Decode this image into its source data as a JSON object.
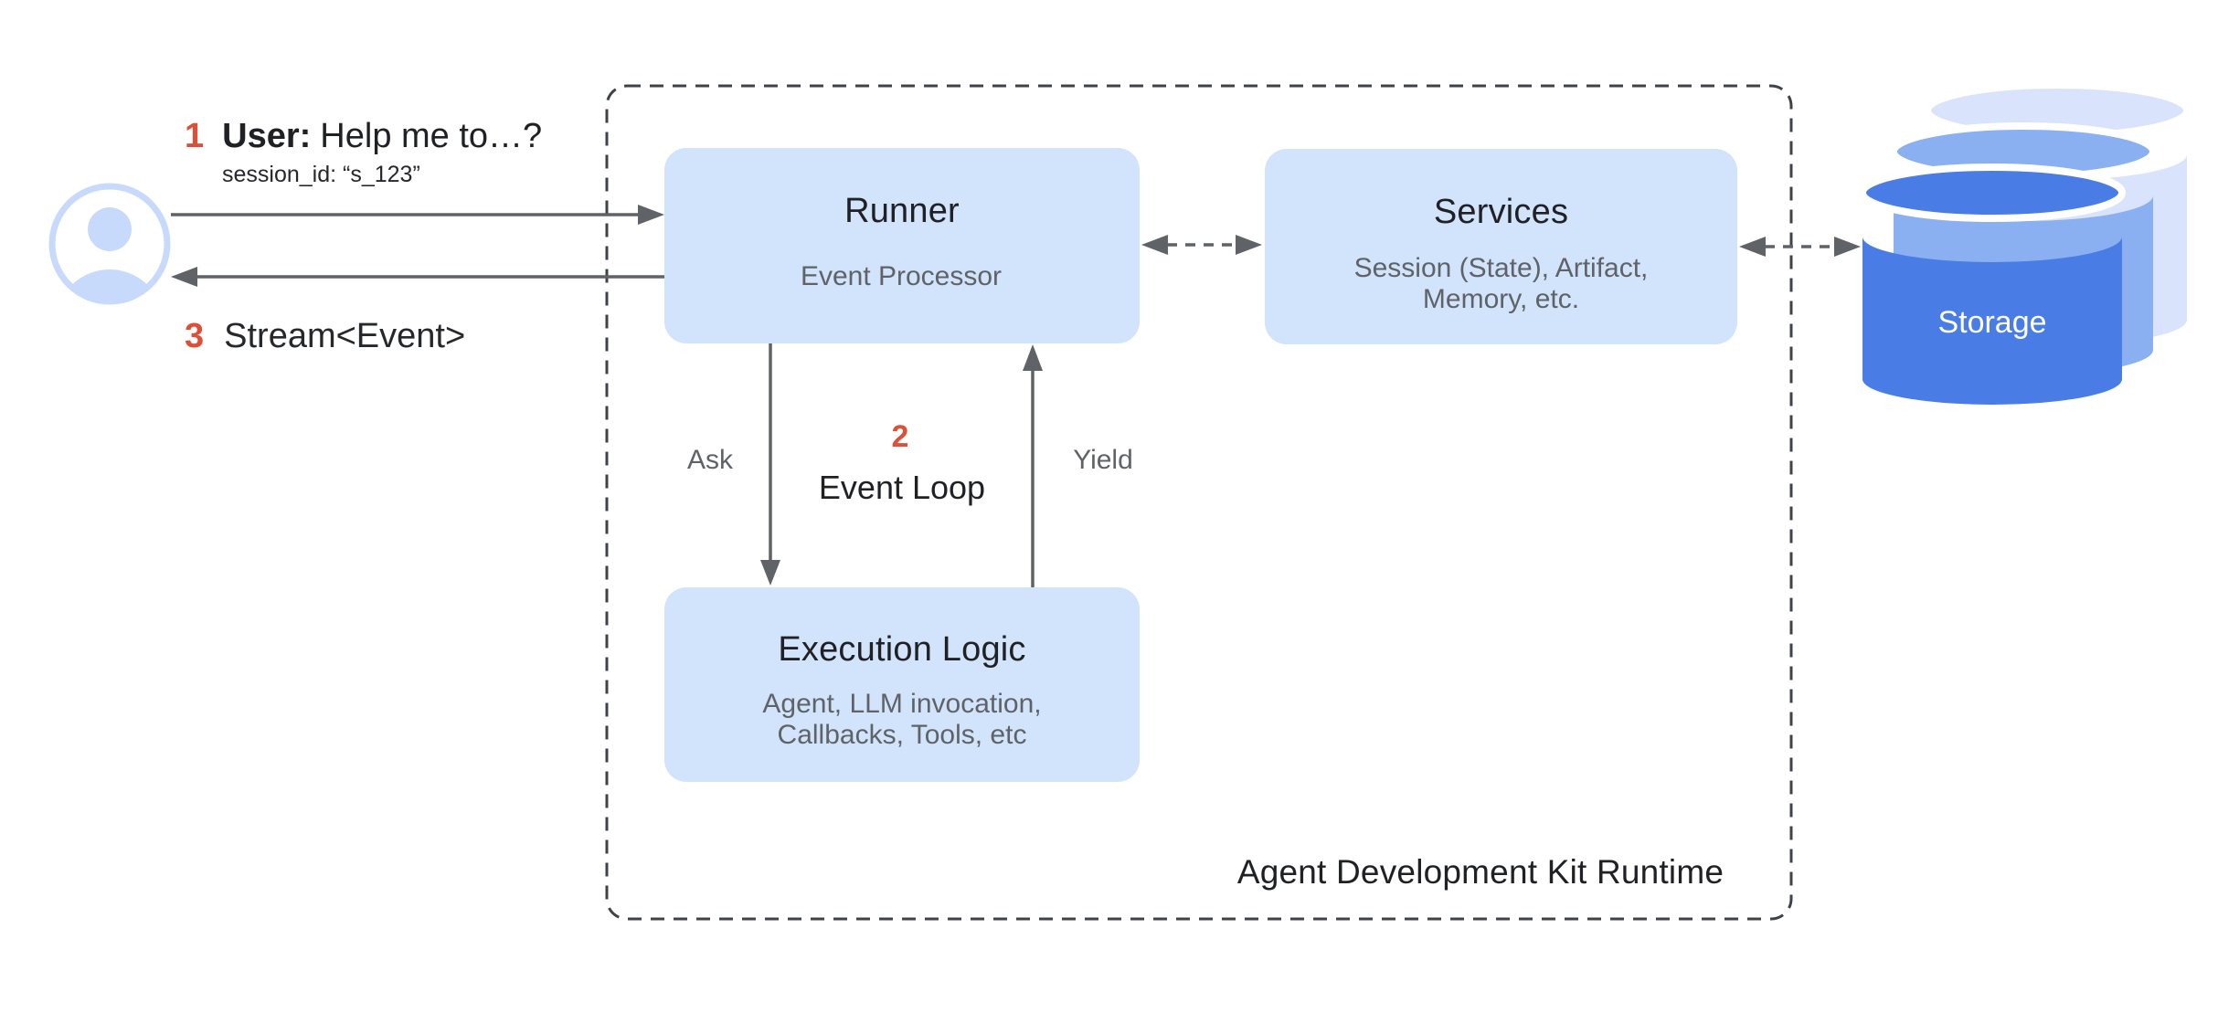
{
  "diagram": {
    "runtime_label": "Agent Development Kit Runtime",
    "steps": {
      "one": {
        "number": "1",
        "speaker": "User:",
        "message": "Help me to…?",
        "session": "session_id: “s_123”"
      },
      "two": {
        "number": "2",
        "label": "Event Loop"
      },
      "three": {
        "number": "3",
        "label": "Stream<Event>"
      }
    },
    "edges": {
      "ask": "Ask",
      "yield": "Yield"
    },
    "nodes": {
      "runner": {
        "title": "Runner",
        "processor": "Event Processor"
      },
      "services": {
        "title": "Services",
        "subtitle1": "Session (State), Artifact,",
        "subtitle2": "Memory, etc."
      },
      "execution": {
        "title": "Execution Logic",
        "subtitle1": "Agent, LLM invocation,",
        "subtitle2": "Callbacks, Tools, etc"
      },
      "storage": {
        "label": "Storage"
      }
    },
    "colors": {
      "node_fill": "#d2e3fc",
      "avatar_blue": "#c8dafb",
      "cylinder_front": "#4a7ce6",
      "cylinder_middle": "#8ab0f2",
      "cylinder_back": "#d9e3fb",
      "step_number_red": "#dd4f38",
      "title_text": "#202124",
      "secondary_text": "#5f6368",
      "connector_gray": "#5f6368",
      "boundary_dash": "#3f4347"
    }
  }
}
